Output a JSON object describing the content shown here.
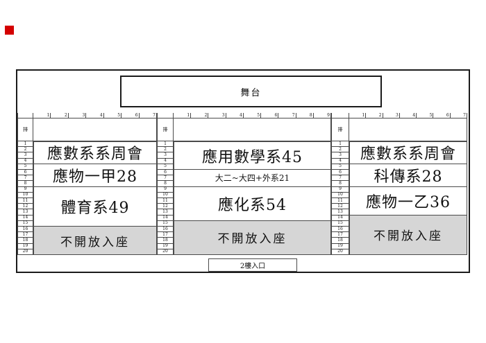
{
  "stage": {
    "label": "舞台"
  },
  "entrance": {
    "label": "2樓入口"
  },
  "row_header_label": "排",
  "row_numbers": [
    "1",
    "2",
    "3",
    "4",
    "5",
    "6",
    "7",
    "8",
    "9",
    "10",
    "11",
    "12",
    "13",
    "14",
    "15",
    "16",
    "17",
    "18",
    "19",
    "20"
  ],
  "sections": [
    {
      "name": "left",
      "columns": [
        "1",
        "2",
        "3",
        "4",
        "5",
        "6",
        "7"
      ],
      "blocks": [
        {
          "label": "應數系系周會",
          "row_start": 1,
          "row_end": 4,
          "size": "lg",
          "gray": false
        },
        {
          "label": "應物一甲28",
          "row_start": 5,
          "row_end": 8,
          "size": "lg",
          "gray": false
        },
        {
          "label": "體育系49",
          "row_start": 9,
          "row_end": 15,
          "size": "lg",
          "gray": false
        },
        {
          "label": "不開放入座",
          "row_start": 16,
          "row_end": 20,
          "size": "md",
          "gray": true
        }
      ]
    },
    {
      "name": "center",
      "columns": [
        "1",
        "2",
        "3",
        "4",
        "5",
        "6",
        "7",
        "8",
        "9"
      ],
      "blocks": [
        {
          "label": "應用數學系45",
          "row_start": 1,
          "row_end": 5,
          "size": "lg",
          "gray": false
        },
        {
          "label": "大二~大四+外系21",
          "row_start": 6,
          "row_end": 8,
          "size": "sm",
          "gray": false
        },
        {
          "label": "應化系54",
          "row_start": 9,
          "row_end": 14,
          "size": "lg",
          "gray": false
        },
        {
          "label": "不開放入座",
          "row_start": 15,
          "row_end": 20,
          "size": "md",
          "gray": true
        }
      ]
    },
    {
      "name": "right",
      "columns": [
        "1",
        "2",
        "3",
        "4",
        "5",
        "6",
        "7"
      ],
      "blocks": [
        {
          "label": "應數系系周會",
          "row_start": 1,
          "row_end": 4,
          "size": "lg",
          "gray": false
        },
        {
          "label": "科傳系28",
          "row_start": 5,
          "row_end": 8,
          "size": "lg",
          "gray": false
        },
        {
          "label": "應物一乙36",
          "row_start": 9,
          "row_end": 13,
          "size": "lg",
          "gray": false
        },
        {
          "label": "不開放入座",
          "row_start": 14,
          "row_end": 20,
          "size": "md",
          "gray": true
        }
      ]
    }
  ],
  "colors": {
    "frame": "#1a1a1a",
    "grid": "#4a4a4a",
    "closed_fill": "#d6d6d6",
    "marker_red": "#d40000"
  }
}
